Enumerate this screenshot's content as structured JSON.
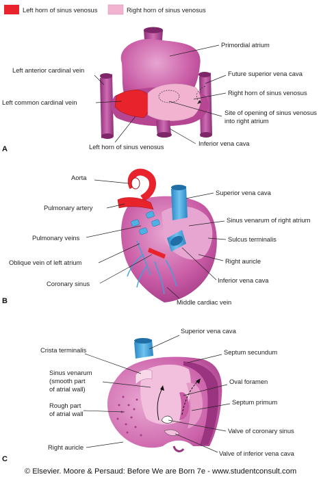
{
  "legend": [
    {
      "label": "Left horn of sinus venosus",
      "color": "#e8232b"
    },
    {
      "label": "Right horn of sinus venosus",
      "color": "#f2b3d1"
    }
  ],
  "panels": {
    "a": {
      "letter": "A",
      "labels": {
        "primordial_atrium": "Primordial atrium",
        "left_anterior_cardinal": "Left anterior cardinal vein",
        "future_svc": "Future superior vena cava",
        "left_common_cardinal": "Left common cardinal vein",
        "right_horn": "Right horn of sinus venosus",
        "site_line1": "Site of opening of sinus venosus",
        "site_line2": "into right atrium",
        "left_horn": "Left horn of sinus venosus",
        "ivc": "Inferior vena cava"
      }
    },
    "b": {
      "letter": "B",
      "labels": {
        "aorta": "Aorta",
        "svc": "Superior vena cava",
        "pulmonary_artery": "Pulmonary artery",
        "sinus_venarum": "Sinus venarum of right atrium",
        "pulmonary_veins": "Pulmonary veins",
        "sulcus_terminalis": "Sulcus terminalis",
        "oblique_vein": "Oblique vein of left atrium",
        "right_auricle": "Right auricle",
        "coronary_sinus": "Coronary sinus",
        "ivc": "Inferior vena cava",
        "middle_cardiac": "Middle cardiac vein"
      }
    },
    "c": {
      "letter": "C",
      "labels": {
        "svc": "Superior vena cava",
        "crista": "Crista terminalis",
        "septum_secundum": "Septum secundum",
        "sv_line1": "Sinus venarum",
        "sv_line2": "(smooth part",
        "sv_line3": "of atrial wall)",
        "oval_foramen": "Oval foramen",
        "septum_primum": "Septum primum",
        "rough_line1": "Rough part",
        "rough_line2": "of atrial wall",
        "valve_cs": "Valve of coronary sinus",
        "right_auricle": "Right auricle",
        "valve_ivc": "Valve of inferior vena cava"
      }
    }
  },
  "copyright": "© Elsevier. Moore & Persaud: Before We are Born 7e - www.studentconsult.com",
  "colors": {
    "heart_purple": "#c24f9d",
    "heart_light": "#d97cb9",
    "vein_blue": "#3aa3dc",
    "red": "#e8232b",
    "pink": "#f2b3d1"
  }
}
